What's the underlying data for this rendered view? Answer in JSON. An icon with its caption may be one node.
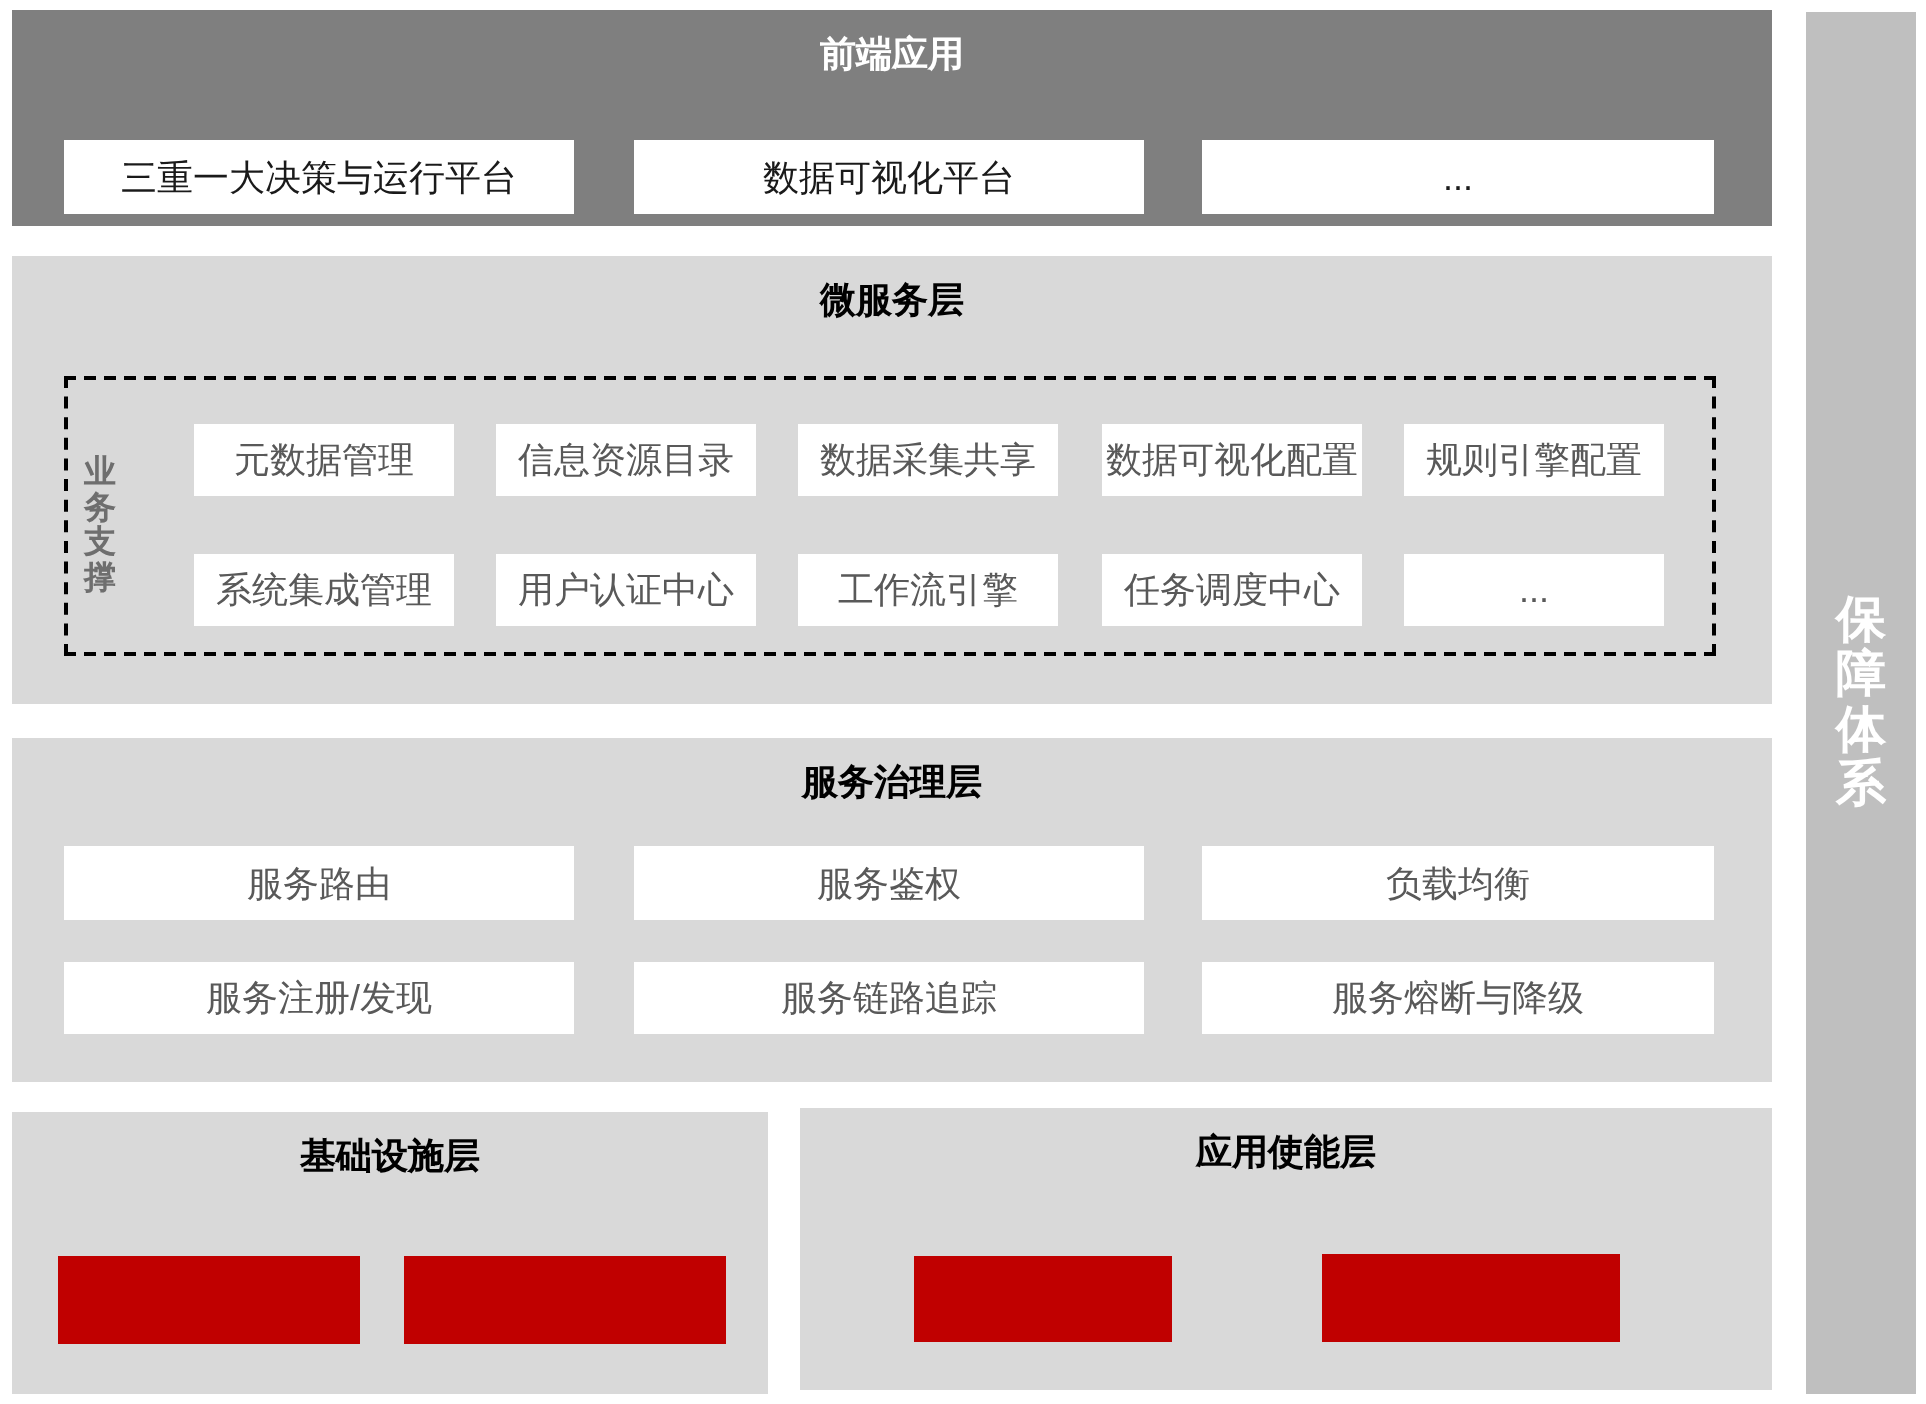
{
  "diagram": {
    "nodes": [
      {
        "text": [
          "前端应用"
        ]
      },
      {
        "text": [
          "三重一大决策与运行平台"
        ],
        "in": 0
      },
      {
        "text": [
          "数据可视化平台"
        ],
        "in": 0
      },
      {
        "text": [
          "..."
        ],
        "in": 0
      },
      {
        "text": [
          "微服务层"
        ]
      },
      {
        "text": [
          "业务支撑"
        ],
        "in": 4
      },
      {
        "text": [
          "元数据管理"
        ],
        "in": 5
      },
      {
        "text": [
          "信息资源目录"
        ],
        "in": 5
      },
      {
        "text": [
          "数据采集共享"
        ],
        "in": 5
      },
      {
        "text": [
          "数据可视化配置"
        ],
        "in": 5
      },
      {
        "text": [
          "规则引擎配置"
        ],
        "in": 5
      },
      {
        "text": [
          "系统集成管理"
        ],
        "in": 5
      },
      {
        "text": [
          "用户认证中心"
        ],
        "in": 5
      },
      {
        "text": [
          "工作流引擎"
        ],
        "in": 5
      },
      {
        "text": [
          "任务调度中心"
        ],
        "in": 5
      },
      {
        "text": [
          "..."
        ],
        "in": 5
      },
      {
        "text": [
          "服务治理层"
        ]
      },
      {
        "text": [
          "服务路由"
        ],
        "in": 16
      },
      {
        "text": [
          "服务鉴权"
        ],
        "in": 16
      },
      {
        "text": [
          "负载均衡"
        ],
        "in": 16
      },
      {
        "text": [
          "服务注册/发现"
        ],
        "in": 16
      },
      {
        "text": [
          "服务链路追踪"
        ],
        "in": 16
      },
      {
        "text": [
          "服务熔断与降级"
        ],
        "in": 16
      },
      {
        "text": [
          "基础设施层"
        ]
      },
      {
        "text": [],
        "shape": "box",
        "in": 23
      },
      {
        "text": [],
        "shape": "box",
        "in": 23
      },
      {
        "text": [
          "应用使能层"
        ]
      },
      {
        "text": [],
        "shape": "box",
        "in": 26
      },
      {
        "text": [],
        "shape": "box",
        "in": 26
      },
      {
        "text": [
          "保障体系"
        ]
      }
    ]
  }
}
